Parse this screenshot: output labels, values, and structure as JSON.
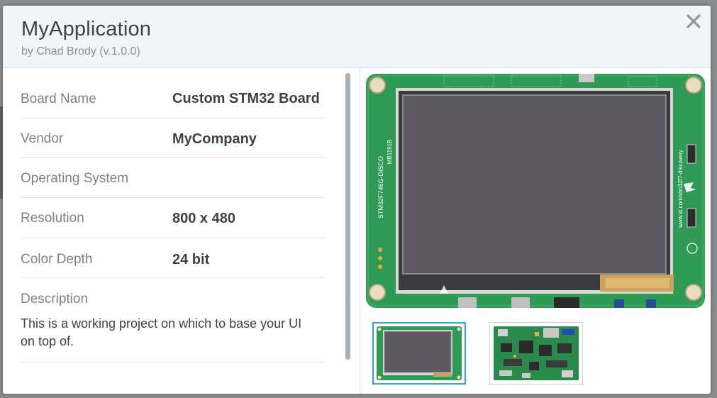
{
  "dialog": {
    "title": "MyApplication",
    "subtitle": "by Chad Brody (v.1.0.0)",
    "close_icon": "close-icon"
  },
  "details": {
    "board_name": {
      "label": "Board Name",
      "value": "Custom STM32 Board"
    },
    "vendor": {
      "label": "Vendor",
      "value": "MyCompany"
    },
    "os": {
      "label": "Operating System",
      "value": ""
    },
    "resolution": {
      "label": "Resolution",
      "value": "800 x 480"
    },
    "color_depth": {
      "label": "Color Depth",
      "value": "24 bit"
    },
    "description": {
      "label": "Description",
      "value": "This is a working project on which to base your UI on top of."
    }
  },
  "board_silkscreen": {
    "model": "STM32F746G-DISCO",
    "part": "MB1191B",
    "url": "www.st.com/stm32f7-discovery"
  },
  "colors": {
    "accent": "#2aa8d2",
    "board_green": "#2f9a55",
    "screen": "#5e5a62"
  }
}
